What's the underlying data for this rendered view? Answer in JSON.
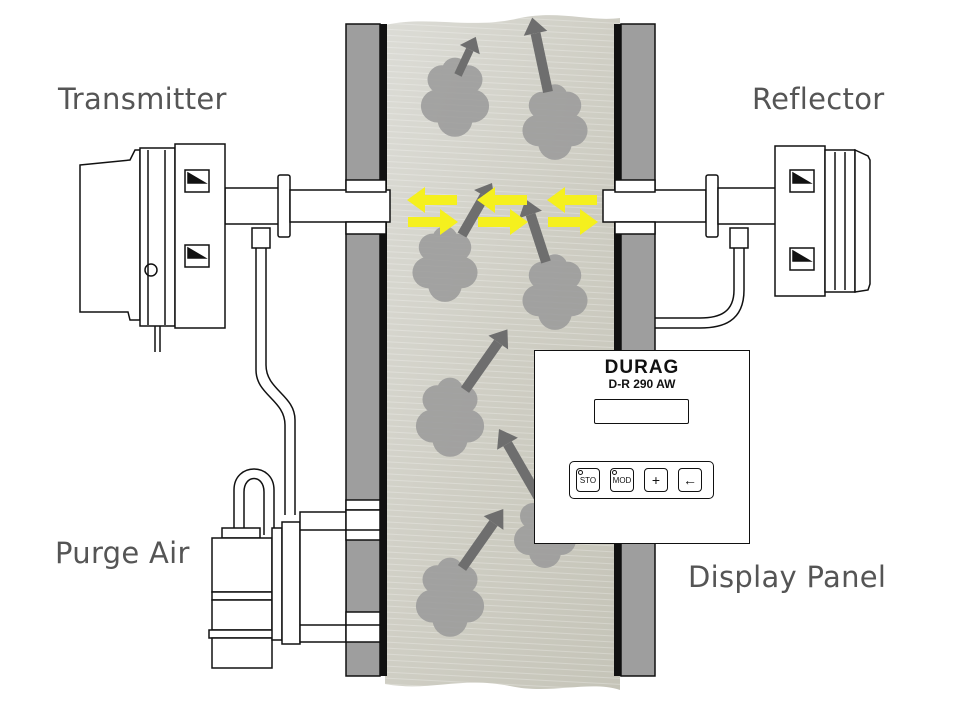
{
  "labels": {
    "transmitter": "Transmitter",
    "reflector": "Reflector",
    "purge_air": "Purge Air",
    "display_panel": "Display Panel"
  },
  "panel": {
    "brand": "DURAG",
    "model": "D-R 290 AW",
    "keys": [
      "STO",
      "MOD",
      "+",
      "←"
    ]
  },
  "colors": {
    "beam": "#f5f01e",
    "flow_arrow": "#6e6e6e",
    "wall": "#9e9e9e",
    "duct_gas": "#d4d3c9"
  }
}
